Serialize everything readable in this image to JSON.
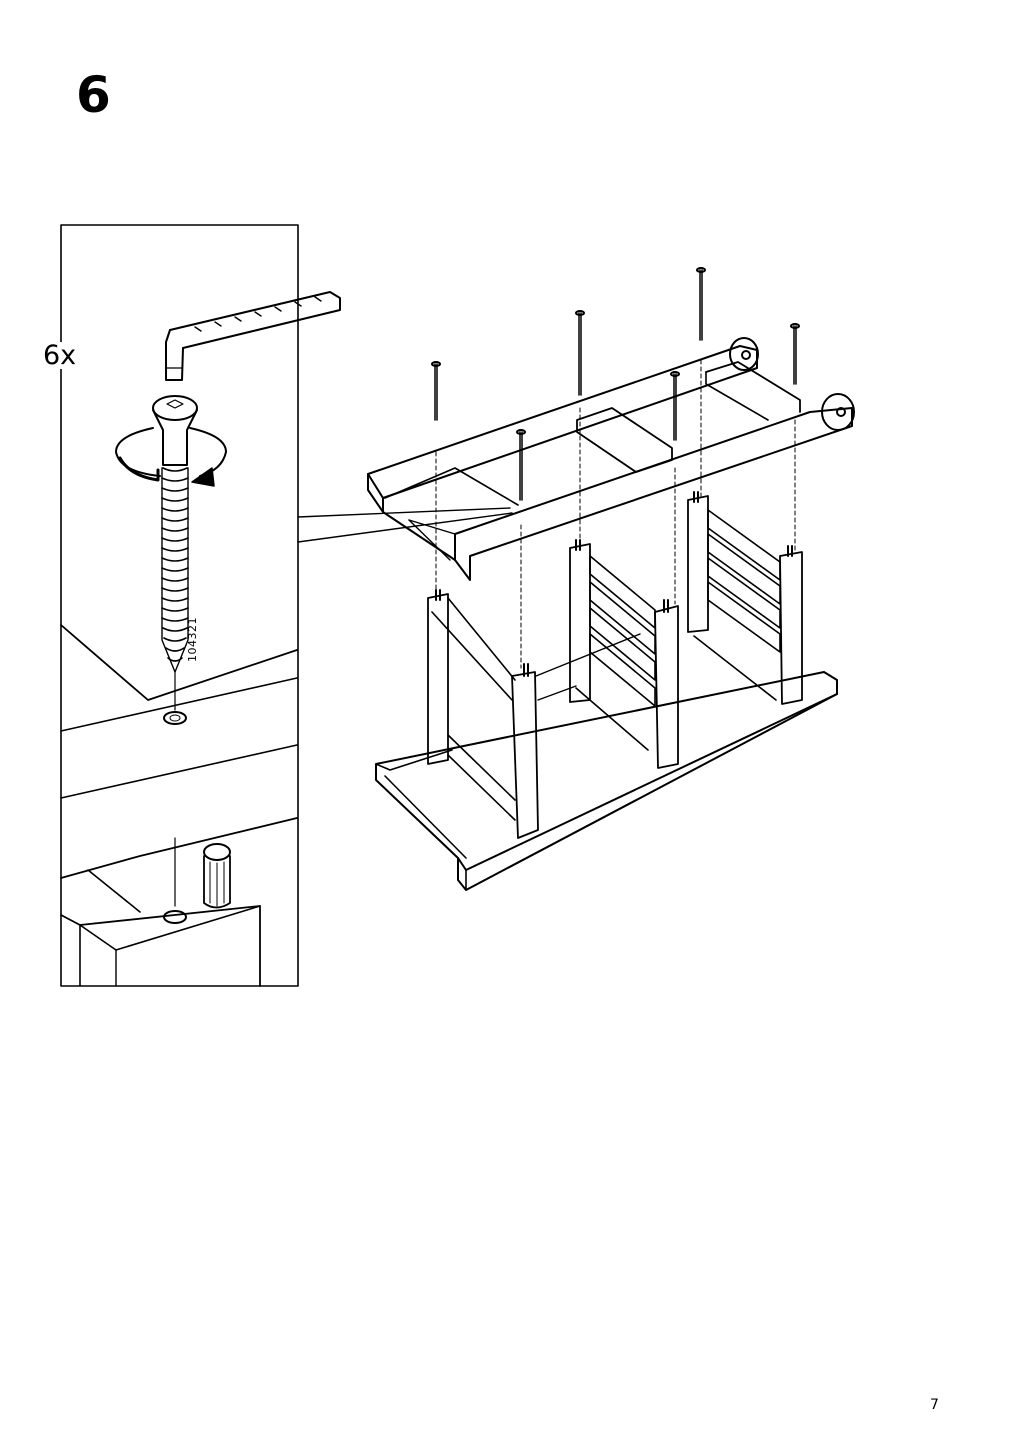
{
  "step": {
    "number": "6"
  },
  "detail": {
    "quantity": "6x",
    "part_number": "104321"
  },
  "page": {
    "number": "7"
  },
  "icons": [
    "allen-key-icon",
    "screw-icon",
    "rotate-arrow-icon"
  ]
}
